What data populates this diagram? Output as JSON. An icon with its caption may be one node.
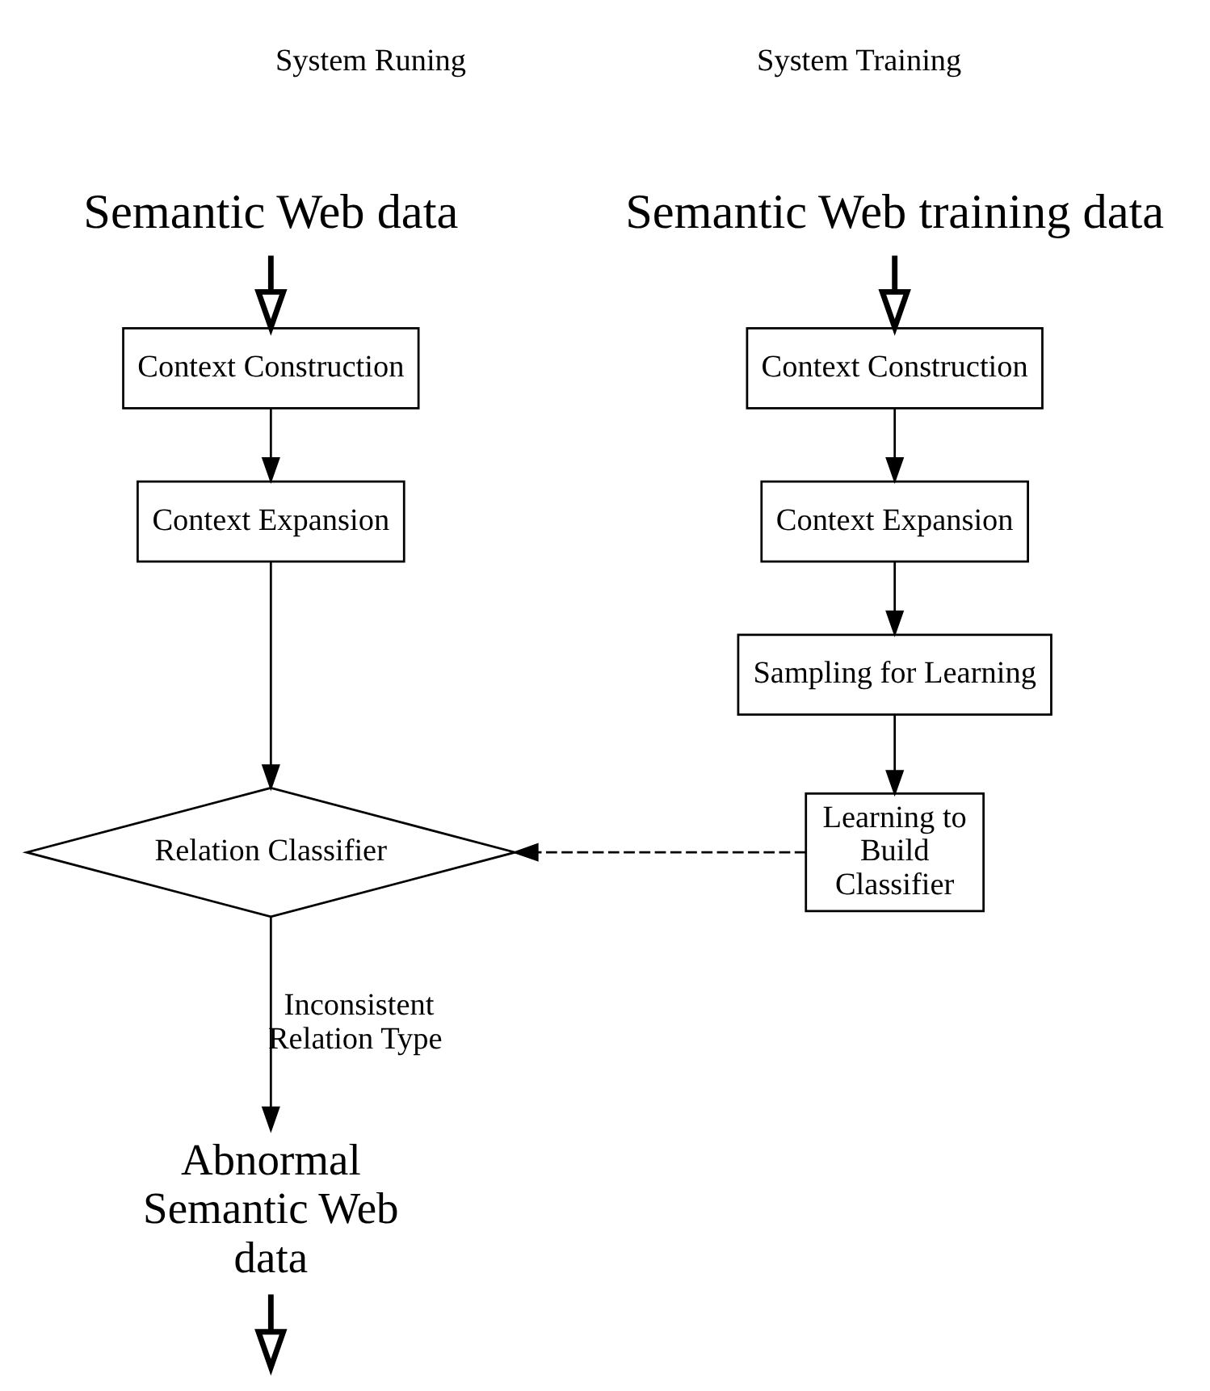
{
  "diagram": {
    "nodes": [
      {
        "text": [
          "Semantic Web data"
        ]
      },
      {
        "text": [
          "Context Construction"
        ]
      },
      {
        "text": [
          "Context Expansion"
        ]
      },
      {
        "text": [
          "Relation Classifier"
        ]
      },
      {
        "text": [
          "Abnormal Semantic Web data"
        ]
      },
      {
        "text": [
          "Semantic Web training data"
        ]
      },
      {
        "text": [
          "Context Construction"
        ]
      },
      {
        "text": [
          "Context Expansion"
        ]
      },
      {
        "text": [
          "Sampling for Learning"
        ]
      },
      {
        "text": [
          "Learning to Build Classifier"
        ]
      }
    ],
    "edges": [
      {
        "from": 0,
        "to": 1,
        "arrow": "to",
        "style": "thick"
      },
      {
        "from": 1,
        "to": 2,
        "arrow": "to"
      },
      {
        "from": 2,
        "to": 3,
        "arrow": "to"
      },
      {
        "from": 3,
        "to": 4,
        "arrow": "to",
        "label": "Inconsistent Relation Type"
      },
      {
        "from": 4,
        "to": null,
        "arrow": "to",
        "style": "thick"
      },
      {
        "from": 5,
        "to": 6,
        "arrow": "to",
        "style": "thick"
      },
      {
        "from": 6,
        "to": 7,
        "arrow": "to"
      },
      {
        "from": 7,
        "to": 8,
        "arrow": "to"
      },
      {
        "from": 8,
        "to": 9,
        "arrow": "to"
      },
      {
        "from": 9,
        "to": 3,
        "arrow": "to",
        "style": "dashed"
      }
    ],
    "labels": [
      "System Runing",
      "System Training"
    ]
  }
}
